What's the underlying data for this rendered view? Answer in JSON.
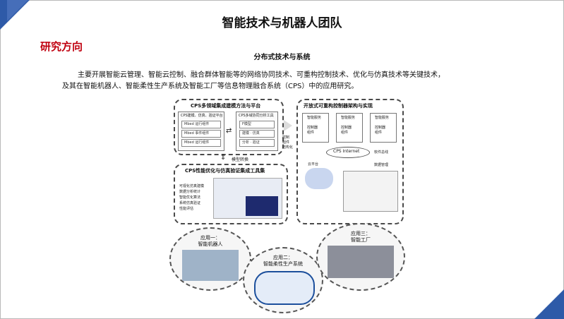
{
  "page": {
    "title": "智能技术与机器人团队",
    "section": "研究方向",
    "subtitle": "分布式技术与系统",
    "paragraph_line1": "主要开展智能云管理、智能云控制、融合群体智能等的网络协同技术、可重构控制技术、优化与仿真技术等关键技术，",
    "paragraph_line2": "及其在智能机器人、智能柔性生产系统及智能工厂等信息物理融合系统（CPS）中的应用研究。"
  },
  "diagram": {
    "cps_box": {
      "title": "CPS多领域集成建模方法与平台",
      "left_panel_label": "CPS建模、仿真、验证平台",
      "left_rows": [
        "Mbed 运行组件",
        "Mbed 事件组件",
        "Mbed 运行组件"
      ],
      "right_panel_label": "CPS多域协同分析工具",
      "right_rows": [
        "F模型",
        "建模 · 仿真",
        "分析 · 验证"
      ]
    },
    "middle_label": "模型转换",
    "vertical_label": "控制\n组件\n结构化",
    "open_box": {
      "title": "开放式可重构控制器架构与实现",
      "controllers": [
        "智能服务",
        "智能服务",
        "智能服务"
      ],
      "controller_sub": "控制器\n组件",
      "network_label": "CPS Internet",
      "bus_label": "软件总线",
      "left_caption": "云平台",
      "right_caption": "数据管理"
    },
    "sim_box": {
      "title": "CPS性能优化与仿真验证集成工具集",
      "side_text": "可视化仿真建模\n数据分析统计\n智能优化算法\n系统仿真验证\n性能评估"
    },
    "apps": [
      {
        "title": "应用一：",
        "name": "智能机器人"
      },
      {
        "title": "应用二：",
        "name": "智能柔性生产系统"
      },
      {
        "title": "应用三：",
        "name": "智能工厂"
      }
    ]
  },
  "colors": {
    "accent_blue": "#2e5aa8",
    "section_red": "#c0000f"
  }
}
